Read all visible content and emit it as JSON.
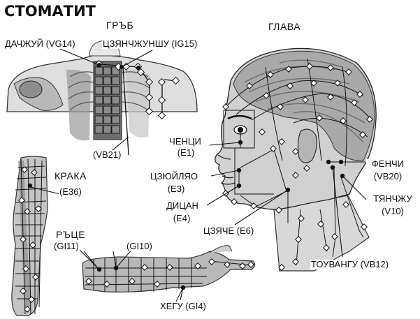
{
  "title": "СТОМАТИТ",
  "regions": {
    "back": "ГРЪБ",
    "head": "ГЛАВА",
    "legs": "КРАКА",
    "arms": "РЪЦЕ"
  },
  "points": {
    "vg14": "ДАЧЖУЙ (VG14)",
    "ig15": "ЦЗЯНЧЖУНШУ (IG15)",
    "vb21": "(VB21)",
    "e1_name": "ЧЕНЦИ",
    "e1_code": "(E1)",
    "e3_name": "ЦЗЮЙЛЯО",
    "e3_code": "(E3)",
    "e4_name": "ДИЦАН",
    "e4_code": "(E4)",
    "e6": "ЦЗЯЧЕ (E6)",
    "vb20_name": "ФЕНЧИ",
    "vb20_code": "(VB20)",
    "v10_name": "ТЯНЧЖУ",
    "v10_code": "(V10)",
    "vb12": "ТОУВАНГУ (VB12)",
    "e36": "(E36)",
    "gi11": "(GI11)",
    "gi10": "(GI10)",
    "gi4": "ХЕГУ (GI4)"
  }
}
